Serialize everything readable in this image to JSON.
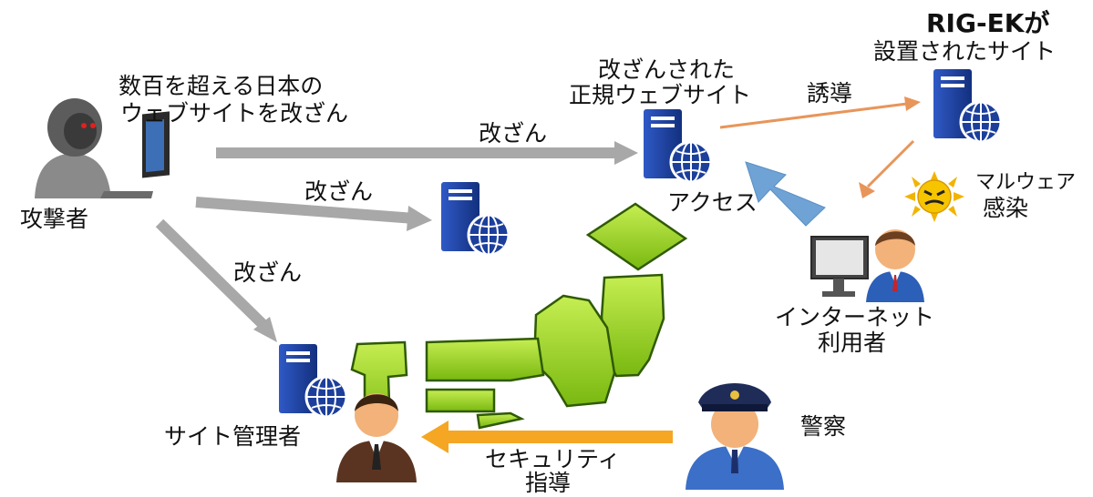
{
  "labels": {
    "attacker": "攻撃者",
    "attacker_desc": [
      "数百を超える日本の",
      "ウェブサイトを改ざん"
    ],
    "tamper_1": "改ざん",
    "tamper_2": "改ざん",
    "tamper_3": "改ざん",
    "tampered_site": [
      "改ざんされた",
      "正規ウェブサイト"
    ],
    "redirect": "誘導",
    "rig_ek_site_title": "RIG-EKが",
    "rig_ek_site_sub": "設置されたサイト",
    "malware": [
      "マルウェア",
      "感染"
    ],
    "access": "アクセス",
    "internet_user": [
      "インターネット",
      "利用者"
    ],
    "site_admin": "サイト管理者",
    "police": "警察",
    "security_guidance": [
      "セキュリティ",
      "指導"
    ]
  },
  "colors": {
    "gray_arrow": "#a8a8a8",
    "orange_arrow": "#e8955a",
    "blue_arrow": "#6fa3d6",
    "yellow_arrow": "#f5a623",
    "server_blue": "#1c3f9c",
    "japan_green": "#9ad21e"
  },
  "icons": {
    "attacker": "hooded-hacker-icon",
    "server": "web-server-globe-icon",
    "user": "user-at-computer-icon",
    "malware": "angry-sun-virus-icon",
    "admin": "business-man-icon",
    "police": "police-officer-icon",
    "map": "japan-map-icon"
  }
}
